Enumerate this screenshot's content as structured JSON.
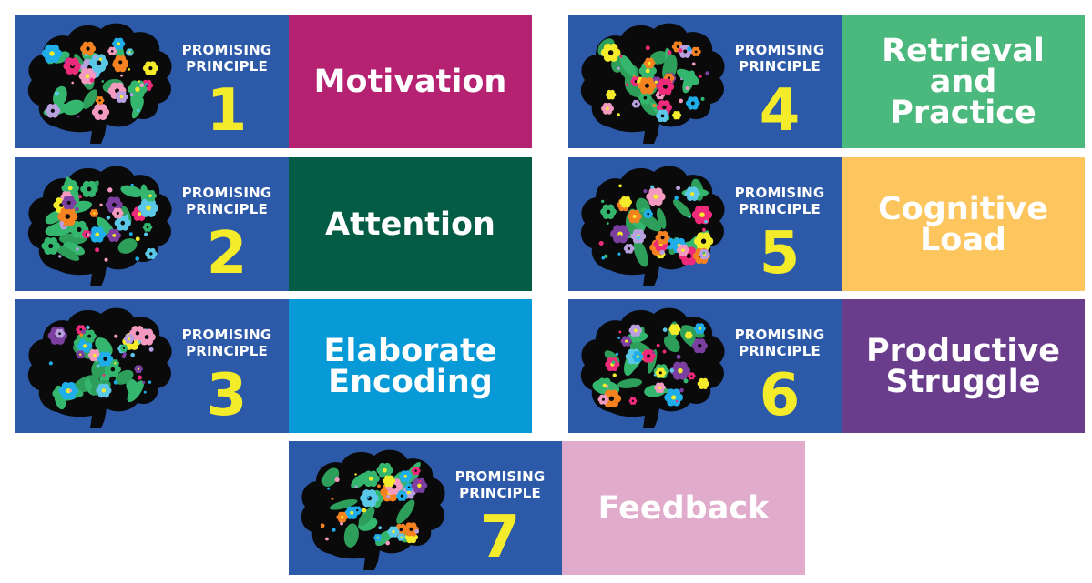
{
  "cards": [
    {
      "label_top": "PROMISING",
      "label_bottom": "PRINCIPLE",
      "number": "1",
      "title_line1": "Motivation",
      "title_line2": "",
      "color": "#b52272"
    },
    {
      "label_top": "PROMISING",
      "label_bottom": "PRINCIPLE",
      "number": "2",
      "title_line1": "Attention",
      "title_line2": "",
      "color": "#045c45"
    },
    {
      "label_top": "PROMISING",
      "label_bottom": "PRINCIPLE",
      "number": "3",
      "title_line1": "Elaborate",
      "title_line2": "Encoding",
      "color": "#089ad6"
    },
    {
      "label_top": "PROMISING",
      "label_bottom": "PRINCIPLE",
      "number": "4",
      "title_line1": "Retrieval",
      "title_line2": "and Practice",
      "color": "#4bb87e"
    },
    {
      "label_top": "PROMISING",
      "label_bottom": "PRINCIPLE",
      "number": "5",
      "title_line1": "Cognitive",
      "title_line2": "Load",
      "color": "#fdc55e"
    },
    {
      "label_top": "PROMISING",
      "label_bottom": "PRINCIPLE",
      "number": "6",
      "title_line1": "Productive",
      "title_line2": "Struggle",
      "color": "#6a3d8c"
    },
    {
      "label_top": "PROMISING",
      "label_bottom": "PRINCIPLE",
      "number": "7",
      "title_line1": "Feedback",
      "title_line2": "",
      "color": "#e1abcb"
    }
  ],
  "theme": {
    "panel_color": "#2d5aa8",
    "number_color": "#f4eb2a",
    "brain_color": "#0a0a0a",
    "brain_icon": "floral-brain-icon"
  }
}
